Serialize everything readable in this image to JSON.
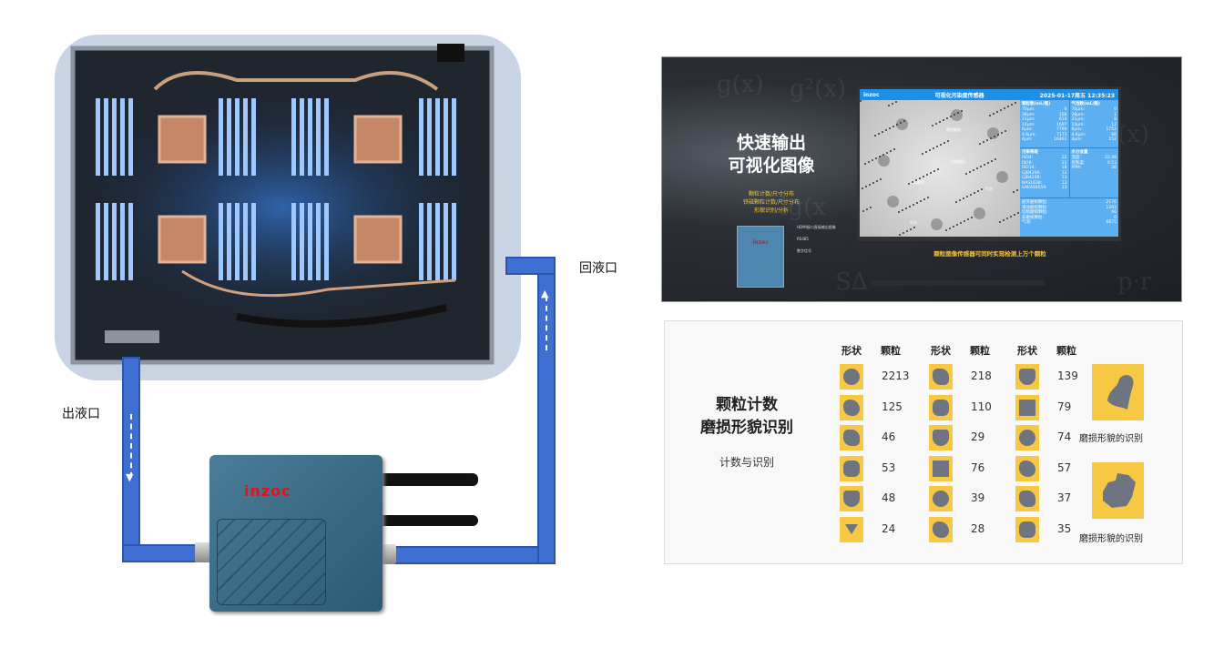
{
  "labels": {
    "return_port": "回液口",
    "outlet_port": "出液口"
  },
  "sensor": {
    "brand": "inzoc"
  },
  "colors": {
    "pipe": "#3f6fd2",
    "tile": "#f6c843",
    "blob": "#6e7580",
    "screen_bar": "#1e8fe6",
    "highlight": "#f3c53b"
  },
  "promo": {
    "title_line1": "快速输出",
    "title_line2": "可视化图像",
    "features": [
      "颗粒计数/尺寸分布",
      "铁磁颗粒计数/尺寸分布",
      "形貌识别/分析"
    ],
    "caption": "颗粒图像传感器可同时实现检测上万个颗粒",
    "io_labels": [
      "HDMI接口直接输出图像",
      "RS485",
      "数字信号"
    ],
    "math_bg": [
      "g(x)",
      "g²(x)",
      "lg(x",
      "(x)",
      "S∆",
      "p·r"
    ]
  },
  "monitor": {
    "brand": "inzoc",
    "title": "可视化污染度传感器",
    "datetime": "2025-01-17周五 12:35:23",
    "image_labels": [
      "疲劳磨损",
      "切削磨损",
      "滑动磨损",
      "气泡",
      "杂质"
    ],
    "particle_table": {
      "title": "颗粒数(mL/瓶)",
      "rows": [
        [
          "70μm:",
          "6"
        ],
        [
          "38μm:",
          "108"
        ],
        [
          "21μm:",
          "610"
        ],
        [
          "14μm:",
          "1697"
        ],
        [
          "6μm:",
          "7799"
        ],
        [
          "4.6μm:",
          "7173"
        ],
        [
          "4μm:",
          "16461"
        ]
      ]
    },
    "bubble_table": {
      "title": "气泡数(mL/瓶)",
      "rows": [
        [
          "70μm:",
          "0"
        ],
        [
          "38μm:",
          "1"
        ],
        [
          "21μm:",
          "8"
        ],
        [
          "14μm:",
          "12"
        ],
        [
          "6μm:",
          "1752"
        ],
        [
          "4.6μm:",
          "66"
        ],
        [
          "4μm:",
          "152"
        ]
      ]
    },
    "pollution": {
      "title": "污染等级",
      "rows": [
        [
          "ISO4:",
          "22"
        ],
        [
          "ISO6:",
          "21"
        ],
        [
          "ISO14:",
          "18"
        ],
        [
          "GJB420A:",
          "13"
        ],
        [
          "GJB420B:",
          "13"
        ],
        [
          "NAS1638:",
          "13"
        ],
        [
          "SAEAS4059:",
          "13"
        ]
      ]
    },
    "moisture": {
      "title": "水分含量",
      "rows": [
        [
          "温度:",
          "22.48"
        ],
        [
          "饱和度:",
          "0.53"
        ],
        [
          "PPM:",
          "36"
        ]
      ]
    },
    "wear": {
      "rows": [
        [
          "疲劳磨损颗粒:",
          "2176"
        ],
        [
          "滑动磨损颗粒:",
          "1203"
        ],
        [
          "切削磨损颗粒:",
          "66"
        ],
        [
          "非磨损颗粒:",
          "0"
        ],
        [
          "气泡:",
          "6675"
        ]
      ]
    }
  },
  "recognition": {
    "title_line1": "颗粒计数",
    "title_line2": "磨损形貌识别",
    "subtitle": "计数与识别",
    "col_shape": "形状",
    "col_count": "颗粒",
    "columns": [
      [
        "2213",
        "125",
        "46",
        "53",
        "48",
        "24"
      ],
      [
        "218",
        "110",
        "29",
        "76",
        "39",
        "28"
      ],
      [
        "139",
        "79",
        "74",
        "57",
        "37",
        "35"
      ]
    ],
    "sample_caption_1": "磨损形貌的识别",
    "sample_caption_2": "磨损形貌的识别"
  }
}
